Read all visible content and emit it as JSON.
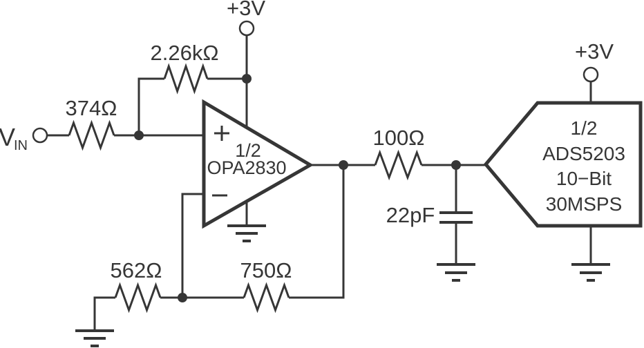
{
  "schematic": {
    "colors": {
      "line": "#363636",
      "background": "#ffffff"
    },
    "input": {
      "label": "V",
      "subscript": "IN"
    },
    "supplies": {
      "opamp_rail": "+3V",
      "adc_rail": "+3V"
    },
    "resistors": {
      "input_series": "374Ω",
      "noninverting_feedback": "2.26kΩ",
      "gain_to_ground": "562Ω",
      "feedback": "750Ω",
      "output_series": "100Ω"
    },
    "capacitors": {
      "filter": "22pF"
    },
    "opamp": {
      "half": "1/2",
      "part": "OPA2830",
      "noninverting_sign": "+",
      "inverting_sign": "−"
    },
    "adc": {
      "half": "1/2",
      "part": "ADS5203",
      "resolution": "10−Bit",
      "sample_rate": "30MSPS"
    }
  }
}
